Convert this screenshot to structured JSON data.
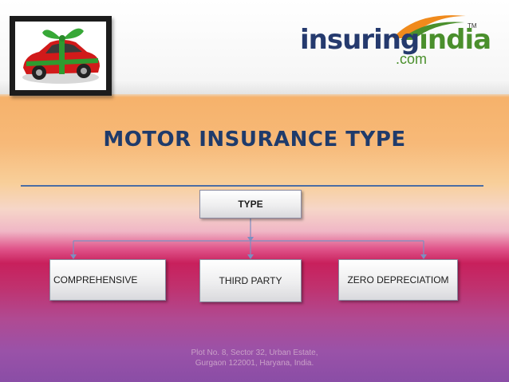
{
  "header": {
    "logo": {
      "text_main": "insuring",
      "text_brand": "india",
      "tm": "TM",
      "domain": ".com"
    },
    "photo": {
      "icon": "gift-wrapped-car-icon",
      "description_name": "red-car-with-green-ribbon"
    }
  },
  "title": "MOTOR INSURANCE TYPE",
  "diagram": {
    "root": {
      "label": "TYPE"
    },
    "children": [
      {
        "label": "COMPREHENSIVE"
      },
      {
        "label": "THIRD PARTY"
      },
      {
        "label": "ZERO DEPRECIATIOM"
      }
    ]
  },
  "footer": {
    "line1": "Plot No. 8, Sector 32, Urban Estate,",
    "line2": "Gurgaon 122001, Haryana, India."
  },
  "colors": {
    "title": "#1f3b6b",
    "rule": "#4b6ea4",
    "logo_blue": "#253a6e",
    "logo_green": "#4a8f2c",
    "connector": "#7c8fc0"
  }
}
